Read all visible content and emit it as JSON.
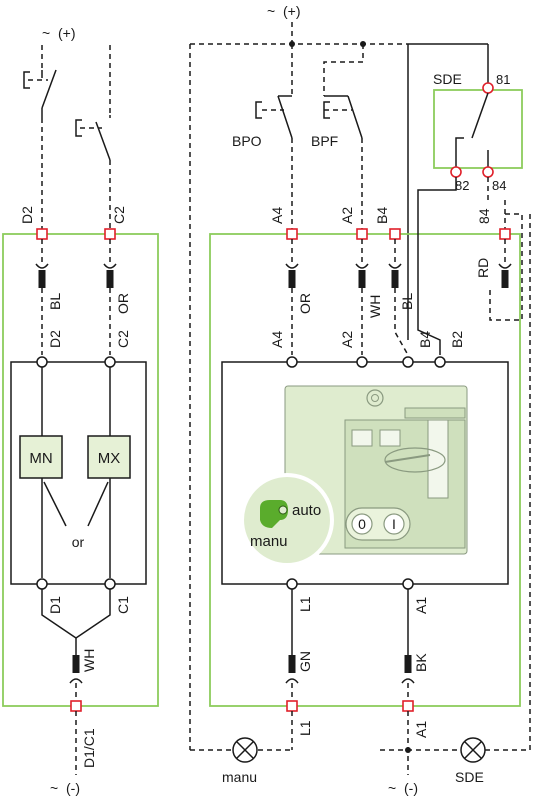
{
  "supply": {
    "plus": "(+)",
    "minus": "(-)",
    "tilde": "~"
  },
  "left": {
    "top_terminals": [
      "D2",
      "C2"
    ],
    "wire_colors": [
      "BL",
      "OR"
    ],
    "inner_top": [
      "D2",
      "C2"
    ],
    "coils": [
      "MN",
      "MX"
    ],
    "or_label": "or",
    "inner_bottom": [
      "D1",
      "C1"
    ],
    "bottom_wire_color": "WH",
    "bottom_terminal": "D1/C1"
  },
  "right": {
    "switches": [
      "BPO",
      "BPF"
    ],
    "top_terminals": [
      "A4",
      "A2",
      "B4",
      "84"
    ],
    "wire_colors": [
      "OR",
      "WH",
      "BL",
      "RD"
    ],
    "inner_top": [
      "A4",
      "A2",
      "B4",
      "B2"
    ],
    "sde": {
      "label": "SDE",
      "pins": [
        "81",
        "82",
        "84"
      ]
    },
    "mode": {
      "auto": "auto",
      "manu": "manu"
    },
    "buttons": [
      "0",
      "I"
    ],
    "inner_bottom": [
      "L1",
      "A1"
    ],
    "bottom_wire_colors": [
      "GN",
      "BK"
    ],
    "bottom_terminals": [
      "L1",
      "A1"
    ],
    "lamps": [
      "manu",
      "SDE"
    ]
  }
}
